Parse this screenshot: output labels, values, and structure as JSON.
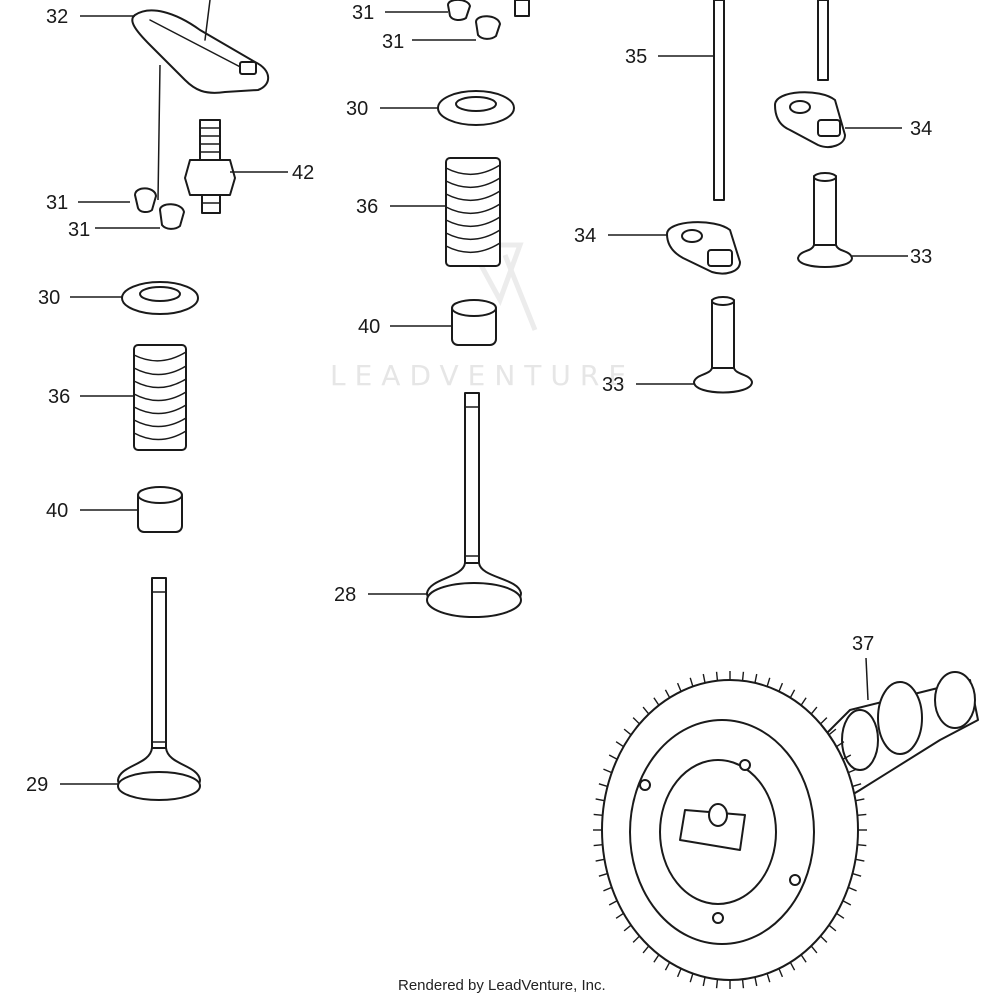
{
  "callouts": {
    "c32": "32",
    "c31_a": "31",
    "c31_b": "31",
    "c31_c": "31",
    "c31_d": "31",
    "c42": "42",
    "c30_a": "30",
    "c30_b": "30",
    "c36_a": "36",
    "c36_b": "36",
    "c40_a": "40",
    "c40_b": "40",
    "c29": "29",
    "c28": "28",
    "c35": "35",
    "c34_a": "34",
    "c34_b": "34",
    "c33_a": "33",
    "c33_b": "33",
    "c37": "37"
  },
  "watermark": {
    "text": "LEADVENTURE"
  },
  "footer": {
    "rendered_by": "Rendered by LeadVenture, Inc."
  },
  "colors": {
    "line": "#1a1a1a",
    "background": "#ffffff",
    "watermark": "#e6e6e6"
  }
}
